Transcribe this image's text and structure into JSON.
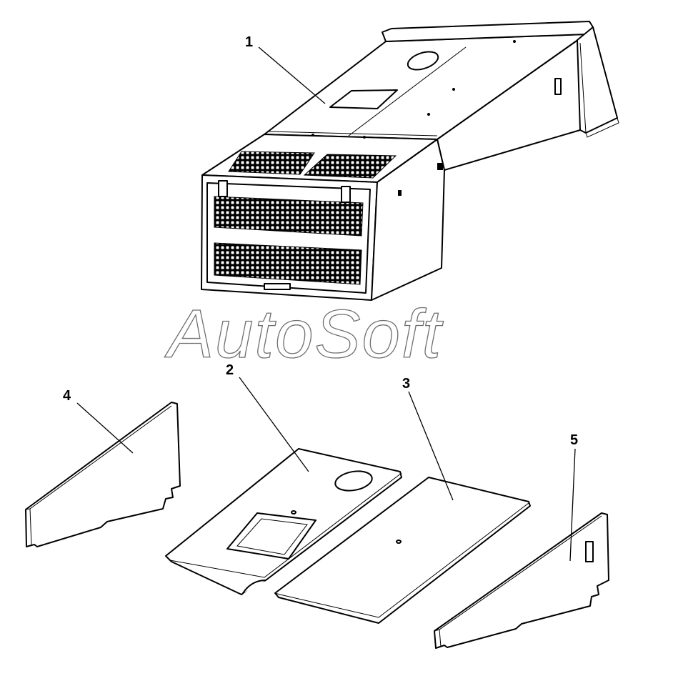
{
  "watermark": {
    "text": "AutoSoft",
    "color": "#6f6f6f"
  },
  "callouts": [
    {
      "id": "1",
      "label": "1"
    },
    {
      "id": "2",
      "label": "2"
    },
    {
      "id": "3",
      "label": "3"
    },
    {
      "id": "4",
      "label": "4"
    },
    {
      "id": "5",
      "label": "5"
    }
  ],
  "colors": {
    "line": "#000000",
    "background": "#ffffff"
  }
}
